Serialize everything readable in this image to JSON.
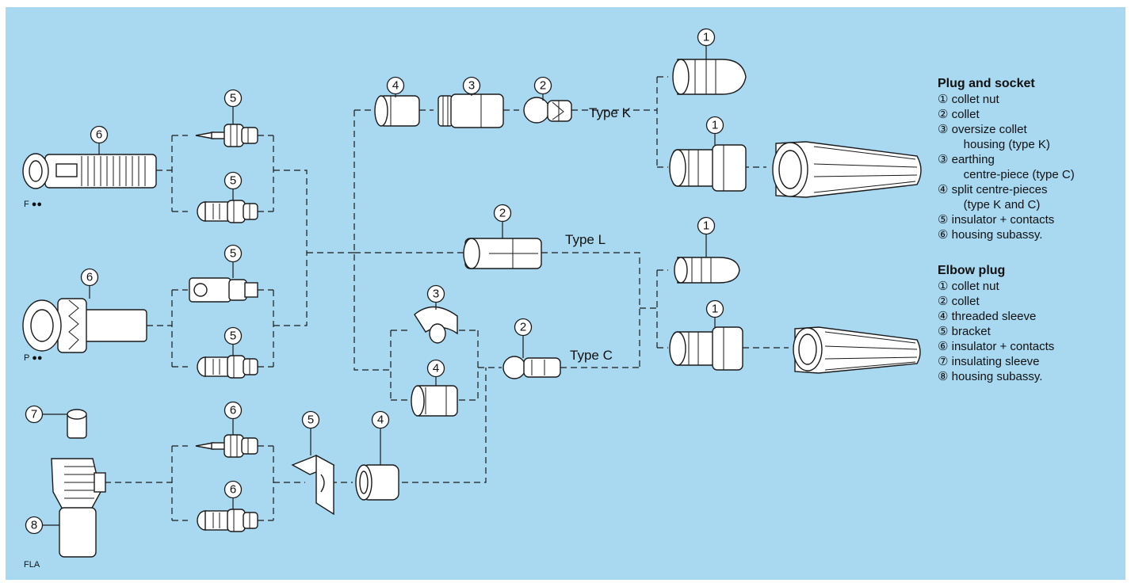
{
  "connector_types": {
    "type_k": "Type K",
    "type_l": "Type L",
    "type_c": "Type C"
  },
  "part_labels": {
    "f": "F ●●",
    "p": "P ●●",
    "fla": "FLA"
  },
  "callouts": {
    "n1": "1",
    "n2": "2",
    "n3": "3",
    "n4": "4",
    "n5": "5",
    "n6": "6",
    "n7": "7",
    "n8": "8"
  },
  "legend": {
    "plug_socket": {
      "title": "Plug and socket",
      "items": [
        "① collet nut",
        "② collet",
        "③ oversize collet\n    housing (type K)",
        "③ earthing\n    centre-piece (type C)",
        "④ split centre-pieces\n    (type K and C)",
        "⑤ insulator + contacts",
        "⑥ housing subassy."
      ]
    },
    "elbow_plug": {
      "title": "Elbow plug",
      "items": [
        "① collet nut",
        "② collet",
        "④ threaded sleeve",
        "⑤ bracket",
        "⑥ insulator + contacts",
        "⑦ insulating sleeve",
        "⑧ housing subassy."
      ]
    }
  },
  "colors": {
    "background": "#a9d8f1",
    "line": "#1a1a1a",
    "part_fill": "#ffffff"
  }
}
